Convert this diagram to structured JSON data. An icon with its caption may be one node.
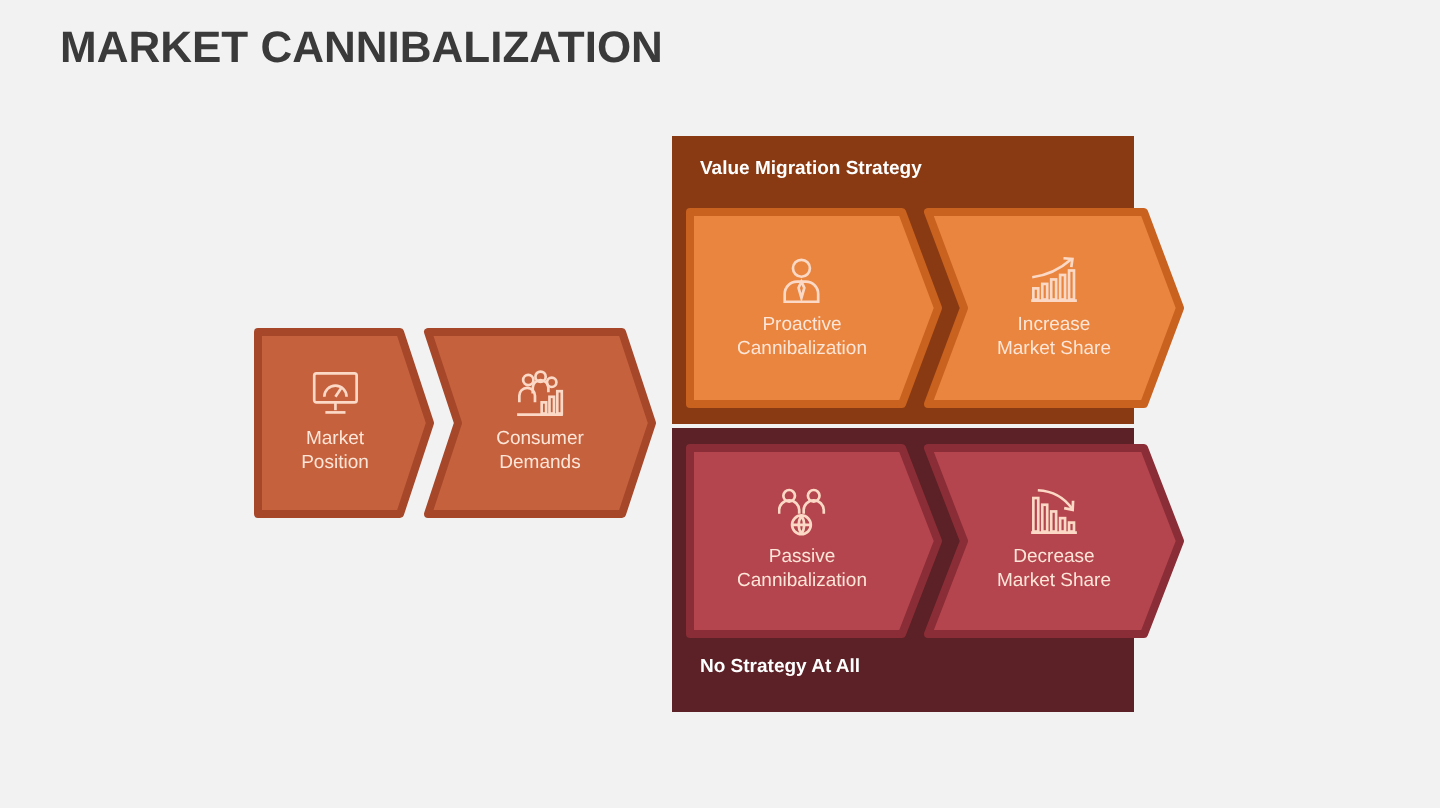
{
  "diagram": {
    "title": "MARKET CANNIBALIZATION",
    "nodes": [
      {
        "text": [
          "Market Position"
        ]
      },
      {
        "text": [
          "Consumer Demands"
        ]
      },
      {
        "text": [
          "Value Migration Strategy"
        ]
      },
      {
        "text": [
          "Proactive Cannibalization"
        ],
        "in": 2
      },
      {
        "text": [
          "Increase Market Share"
        ]
      },
      {
        "text": [
          "No Strategy At All"
        ]
      },
      {
        "text": [
          "Passive Cannibalization"
        ],
        "in": 5
      },
      {
        "text": [
          "Decrease Market Share"
        ]
      }
    ]
  }
}
